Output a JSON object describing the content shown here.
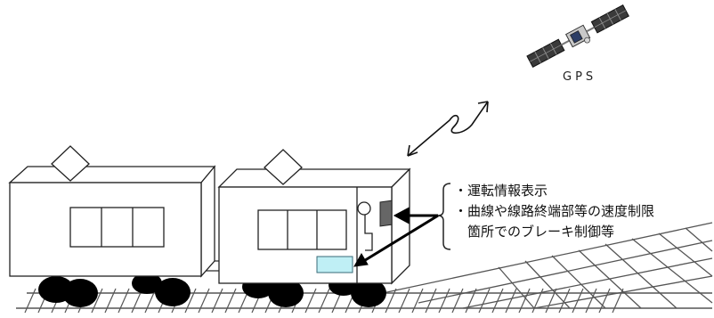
{
  "gps": {
    "label": "GPS"
  },
  "notes": [
    {
      "text": "・運転情報表示"
    },
    {
      "text": "・曲線や線路終端部等の速度制限"
    },
    {
      "text": "　箇所でのブレーキ制御等"
    }
  ]
}
